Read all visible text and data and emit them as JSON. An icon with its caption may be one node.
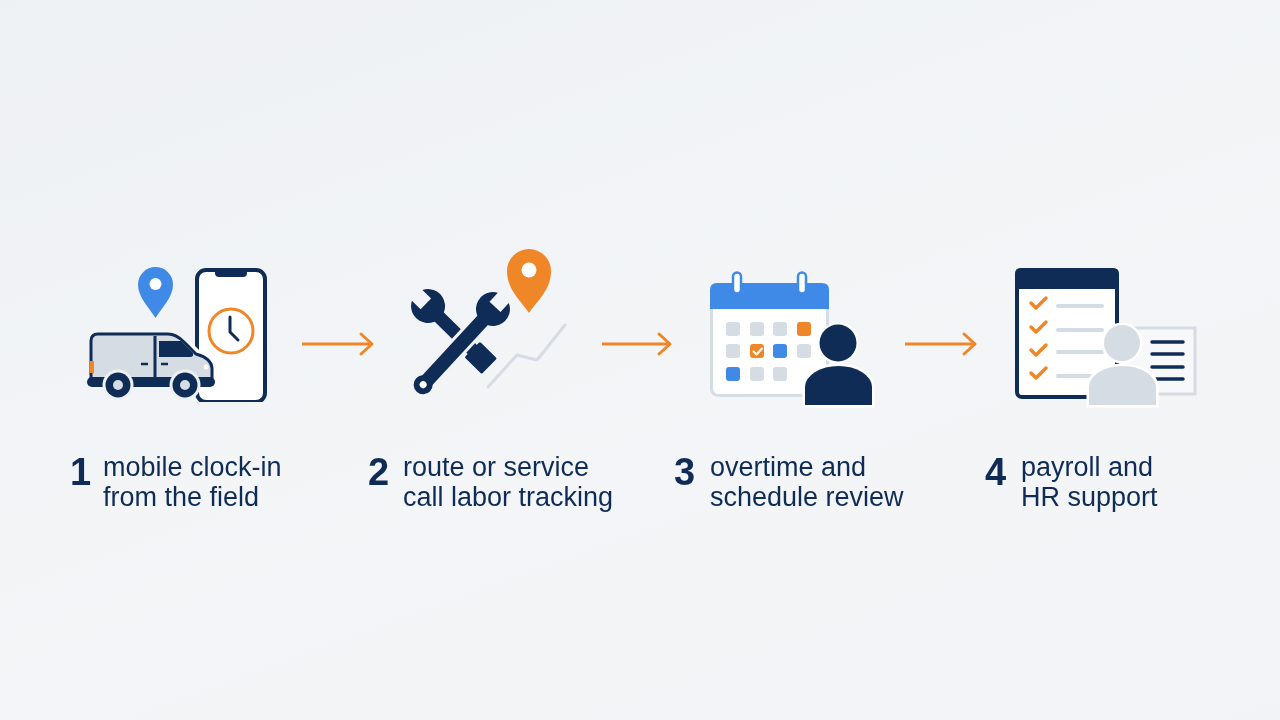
{
  "diagram": {
    "nodes": [
      {
        "text": [],
        "shape": "picture",
        "beside": [
          "1",
          "mobile clock-in from the field"
        ]
      },
      {
        "text": [],
        "shape": "picture",
        "beside": [
          "2",
          "route or service call labor tracking"
        ]
      },
      {
        "text": [],
        "shape": "picture",
        "beside": [
          "3",
          "overtime and schedule review"
        ]
      },
      {
        "text": [],
        "shape": "picture",
        "beside": [
          "4",
          "payroll and HR support"
        ]
      }
    ],
    "edges": [
      {
        "from": 0,
        "to": 1,
        "arrow": "to"
      },
      {
        "from": 1,
        "to": 2,
        "arrow": "to"
      },
      {
        "from": 2,
        "to": 3,
        "arrow": "to"
      }
    ]
  }
}
